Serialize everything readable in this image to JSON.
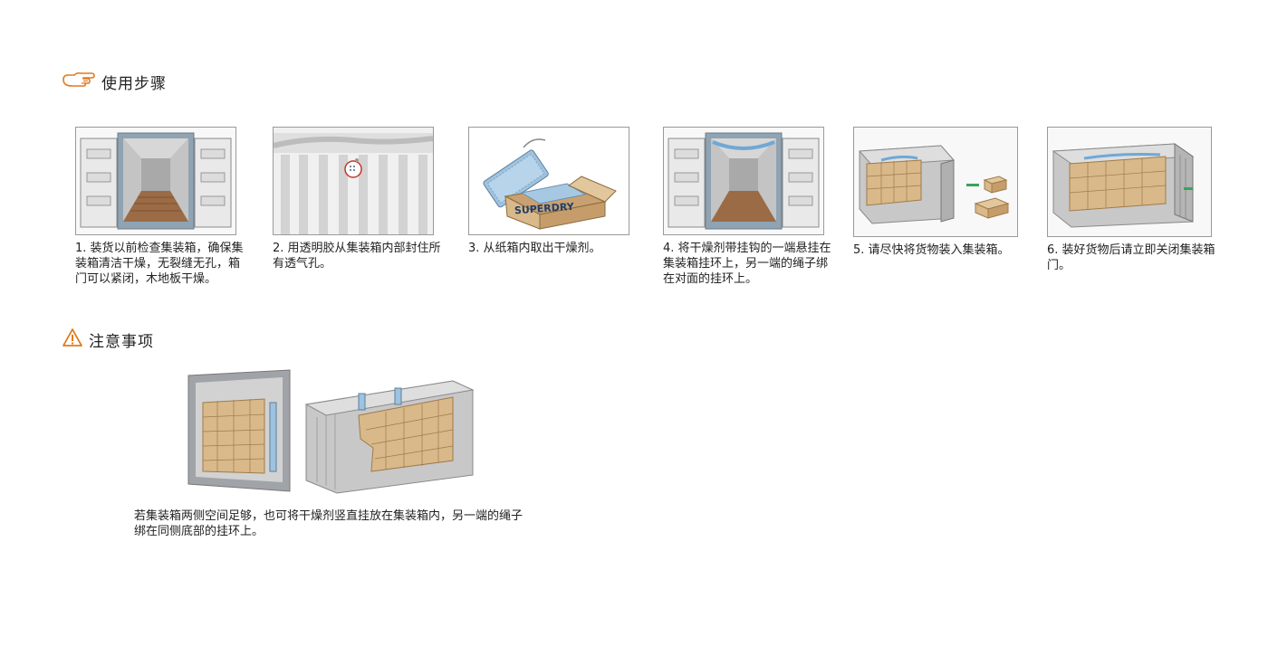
{
  "sections": {
    "steps_title": "使用步骤",
    "notes_title": "注意事项"
  },
  "steps": [
    {
      "caption": "1. 装货以前检查集装箱，确保集装箱清洁干燥，无裂缝无孔，箱门可以紧闭，木地板干燥。"
    },
    {
      "caption": "2. 用透明胶从集装箱内部封住所有透气孔。"
    },
    {
      "caption": "3. 从纸箱内取出干燥剂。",
      "box_brand": "SUPERDRY"
    },
    {
      "caption": "4. 将干燥剂带挂钩的一端悬挂在集装箱挂环上，另一端的绳子绑在对面的挂环上。"
    },
    {
      "caption": "5. 请尽快将货物装入集装箱。"
    },
    {
      "caption": "6. 装好货物后请立即关闭集装箱门。"
    }
  ],
  "note": {
    "caption": "若集装箱两侧空间足够，也可将干燥剂竖直挂放在集装箱内，另一端的绳子绑在同侧底部的挂环上。"
  },
  "icons": {
    "steps_icon": "pointing-hand-icon",
    "notes_icon": "warning-triangle-icon"
  },
  "colors": {
    "accent": "#e07a1f",
    "container": "#b9bcc0",
    "wood": "#9b6b45",
    "cardboard": "#d9b98a",
    "desiccant": "#9ec3e0"
  }
}
